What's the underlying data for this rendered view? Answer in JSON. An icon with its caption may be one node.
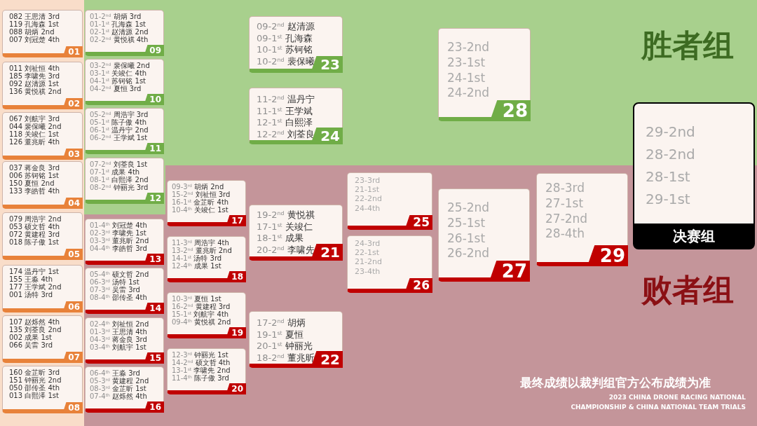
{
  "diagram": {
    "nodes": [
      {
        "text": [
          "082 王思清 3rd",
          "119 孔海森 1st",
          "088 胡炳 2nd",
          "007 刘冠楚 4th",
          "01"
        ]
      },
      {
        "text": [
          "011 刘祉恒 4th",
          "185 李啸先 3rd",
          "092 赵清源 1st",
          "136 黄悦祺 2nd",
          "02"
        ]
      },
      {
        "text": [
          "067 刘航宇 3rd",
          "044 裴保曦 2nd",
          "118 关竣仁 1st",
          "126 董兆昕 4th",
          "03"
        ]
      },
      {
        "text": [
          "037 蒋金良 3rd",
          "006 苏钶铭 1st",
          "150 夏恒 2nd",
          "133 李皓哲 4th",
          "04"
        ]
      },
      {
        "text": [
          "079 周浩宇 2nd",
          "053 硕文哲 4th",
          "072 黄建程 3rd",
          "018 陈子傲 1st",
          "05"
        ]
      },
      {
        "text": [
          "174 温丹宁 1st",
          "155 王淼 4th",
          "177 王学斌 2nd",
          "001 汤特 3rd",
          "06"
        ]
      },
      {
        "text": [
          "107 赵烁然 4th",
          "135 刘荃良 2nd",
          "002 成果 1st",
          "066 吴雷 3rd",
          "07"
        ]
      },
      {
        "text": [
          "160 金芷昕 3rd",
          "151 钟丽光 2nd",
          "050 邵传圣 4th",
          "013 白熙泽 1st",
          "08"
        ]
      },
      {
        "text": [
          "01-2$^{nd}$ 胡炳 3rd",
          "01-1$^{st}$ 孔海森 1st",
          "02-1$^{st}$ 赵清源 2nd",
          "02-2$^{nd}$ 黄悦祺 4th",
          "09"
        ]
      },
      {
        "text": [
          "03-2$^{nd}$ 裴保曦 2nd",
          "03-1$^{st}$ 关竣仁 4th",
          "04-1$^{st}$ 苏钶铭 1st",
          "04-2$^{nd}$ 夏恒 3rd",
          "10"
        ]
      },
      {
        "text": [
          "05-2$^{nd}$ 周浩宇 3rd",
          "05-1$^{st}$ 陈子傲 4th",
          "06-1$^{st}$ 温丹宁 2nd",
          "06-2$^{nd}$ 王学斌 1st",
          "11"
        ]
      },
      {
        "text": [
          "07-2$^{nd}$ 刘荃良 1st",
          "07-1$^{st}$ 成果 4th",
          "08-1$^{st}$ 白熙泽 2nd",
          "08-2$^{nd}$ 钟丽光 3rd",
          "12"
        ]
      },
      {
        "text": [
          "01-4$^{th}$ 刘冠楚 4th",
          "02-3$^{rd}$ 李啸先 1st",
          "03-3$^{rd}$ 董兆昕 2nd",
          "04-4$^{th}$ 李皓哲 3rd",
          "13"
        ]
      },
      {
        "text": [
          "05-4$^{th}$ 硕文哲 2nd",
          "06-3$^{rd}$ 汤特 1st",
          "07-3$^{rd}$ 吴雷 3rd",
          "08-4$^{th}$ 邵传圣 4th",
          "14"
        ]
      },
      {
        "text": [
          "02-4$^{th}$ 刘祉恒 2nd",
          "01-3$^{rd}$ 王思清 4th",
          "04-3$^{rd}$ 蒋金良 3rd",
          "03-4$^{th}$ 刘航宇 1st",
          "15"
        ]
      },
      {
        "text": [
          "06-4$^{th}$ 王淼 3rd",
          "05-3$^{rd}$ 黄建程 2nd",
          "08-3$^{rd}$ 金芷昕 1st",
          "07-4$^{th}$ 赵烁然 4th",
          "16"
        ]
      },
      {
        "text": [
          "09-3$^{rd}$ 胡炳 2nd",
          "15-2$^{nd}$ 刘祉恒 3rd",
          "16-1$^{st}$ 金芷昕 4th",
          "10-4$^{th}$ 关竣仁 1st",
          "17"
        ]
      },
      {
        "text": [
          "11-3$^{rd}$ 周浩宇 4th",
          "13-2$^{nd}$ 董兆昕 2nd",
          "14-1$^{st}$ 汤特 3rd",
          "12-4$^{th}$ 成果 1st",
          "18"
        ]
      },
      {
        "text": [
          "10-3$^{rd}$ 夏恒 1st",
          "16-2$^{nd}$ 黄建程 3rd",
          "15-1$^{st}$ 刘航宇 4th",
          "09-4$^{th}$ 黄悦祺 2nd",
          "19"
        ]
      },
      {
        "text": [
          "12-3$^{rd}$ 钟丽光 1st",
          "14-2$^{nd}$ 硕文哲 4th",
          "13-1$^{st}$ 李啸先 2nd",
          "11-4$^{th}$ 陈子傲 3rd",
          "20"
        ]
      },
      {
        "text": [
          "19-2$^{nd}$ 黄悦祺",
          "17-1$^{st}$ 关竣仁",
          "18-1$^{st}$ 成果",
          "20-2$^{nd}$ 李啸先",
          "21"
        ]
      },
      {
        "text": [
          "17-2$^{nd}$ 胡炳",
          "19-1$^{st}$ 夏恒",
          "20-1$^{st}$ 钟丽光",
          "18-2$^{nd}$ 董兆昕",
          "22"
        ]
      },
      {
        "text": [
          "09-2$^{nd}$ 赵清源",
          "09-1$^{st}$ 孔海森",
          "10-1$^{st}$ 苏钶铭",
          "10-2$^{nd}$ 裴保曦",
          "23"
        ]
      },
      {
        "text": [
          "11-2$^{nd}$ 温丹宁",
          "11-1$^{st}$ 王学斌",
          "12-1$^{st}$ 白熙泽",
          "12-2$^{nd}$ 刘荃良",
          "24"
        ]
      },
      {
        "text": [
          "23-3rd",
          "21-1st",
          "22-2nd",
          "24-4th",
          "25"
        ]
      },
      {
        "text": [
          "24-3rd",
          "22-1st",
          "21-2nd",
          "23-4th",
          "26"
        ]
      },
      {
        "text": [
          "25-2nd",
          "25-1st",
          "26-1st",
          "26-2nd",
          "27"
        ]
      },
      {
        "text": [
          "23-2nd",
          "23-1st",
          "24-1st",
          "24-2nd",
          "28"
        ]
      },
      {
        "text": [
          "28-3rd",
          "27-1st",
          "27-2nd",
          "28-4th",
          "29"
        ]
      },
      {
        "text": [
          "29-2nd",
          "28-2nd",
          "28-1st",
          "29-1st",
          "决赛组"
        ]
      }
    ],
    "labels": [
      "胜者组",
      "败者组",
      "最终成绩以裁判组官方公布成绩为准",
      "2023 CHINA DRONE RACING NATIONAL CHAMPIONSHIP & CHINA NATIONAL TEAM TRIALS"
    ]
  }
}
